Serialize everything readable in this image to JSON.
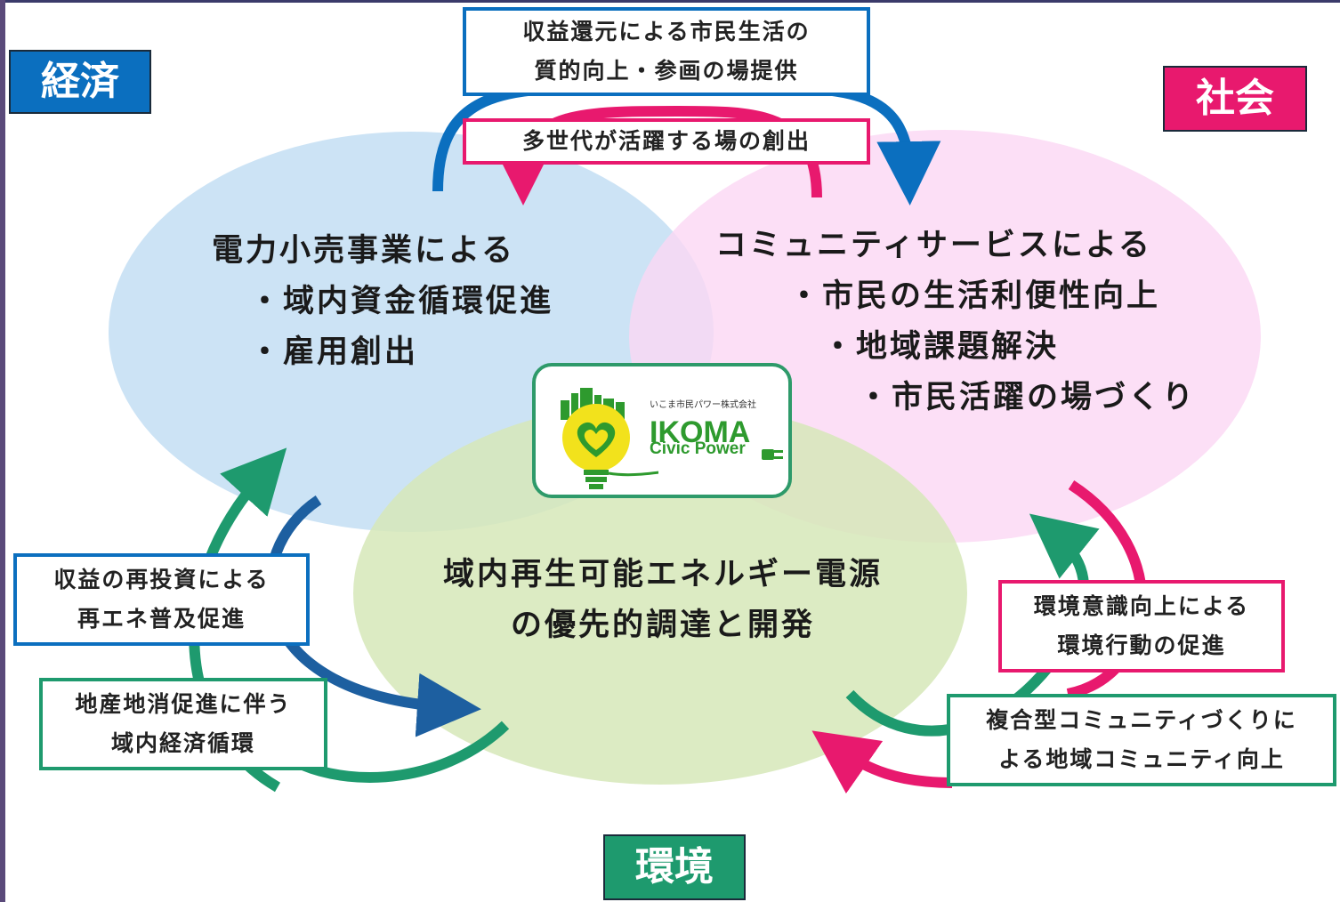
{
  "categories": {
    "economy": "経済",
    "society": "社会",
    "environment": "環境"
  },
  "colors": {
    "economy": "#0b6fbf",
    "society": "#e8196e",
    "environment": "#1e9a6e",
    "economy_circle": "#c6e0f4",
    "society_circle": "#fbd7f4",
    "environment_circle": "#d6e8b8"
  },
  "economy_circle": {
    "heading": "電力小売事業による",
    "items": [
      "・域内資金循環促進",
      "・雇用創出"
    ]
  },
  "society_circle": {
    "heading": "コミュニティサービスによる",
    "items": [
      "・市民の生活利便性向上",
      "・地域課題解決",
      "・市民活躍の場づくり"
    ]
  },
  "environment_circle": {
    "lines": [
      "域内再生可能エネルギー電源",
      "の優先的調達と開発"
    ]
  },
  "logo": {
    "japanese": "いこま市民パワー株式会社",
    "brand": "IKOMA",
    "sub": "Civic Power"
  },
  "boxes": {
    "top_blue": [
      "収益還元による市民生活の",
      "質的向上・参画の場提供"
    ],
    "top_pink": [
      "多世代が活躍する場の創出"
    ],
    "left_blue": [
      "収益の再投資による",
      "再エネ普及促進"
    ],
    "left_green": [
      "地産地消促進に伴う",
      "域内経済循環"
    ],
    "right_pink": [
      "環境意識向上による",
      "環境行動の促進"
    ],
    "right_green": [
      "複合型コミュニティづくりに",
      "よる地域コミュニティ向上"
    ]
  }
}
